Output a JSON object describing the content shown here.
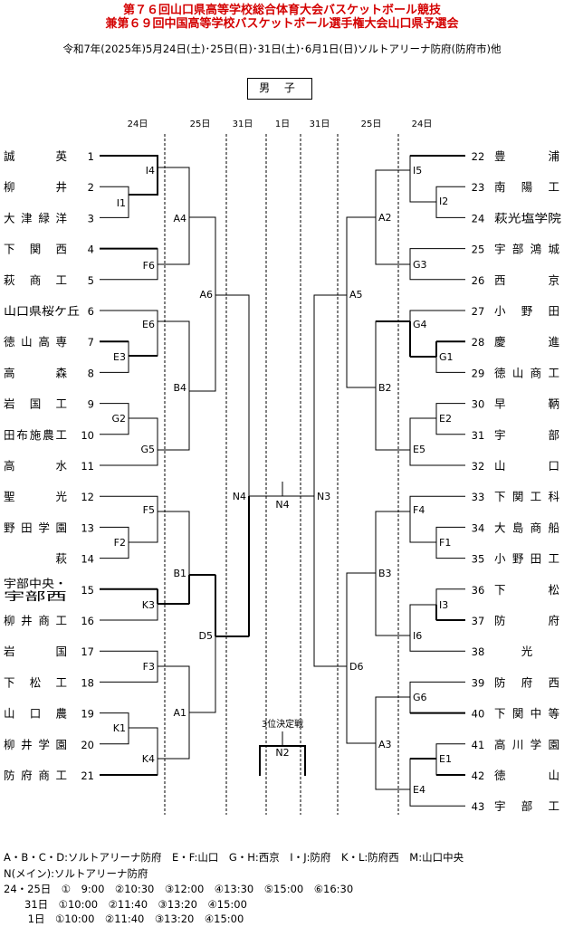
{
  "header": {
    "title1": "第７６回山口県高等学校総合体育大会バスケットボール競技",
    "title2": "兼第６９回中国高等学校バスケットボール選手権大会山口県予選会",
    "dates": "令和7年(2025年)5月24日(土)･25日(日)･31日(土)･6月1日(日)ソルトアリーナ防府(防府市)他",
    "division": "男 子"
  },
  "date_headers": [
    "24日",
    "25日",
    "31日",
    "1日",
    "31日",
    "25日",
    "24日"
  ],
  "left_teams": [
    {
      "name": "誠英",
      "num": "1"
    },
    {
      "name": "柳井",
      "num": "2"
    },
    {
      "name": "大津緑洋",
      "num": "3"
    },
    {
      "name": "下関西",
      "num": "4"
    },
    {
      "name": "萩商工",
      "num": "5"
    },
    {
      "name": "山口県桜ケ丘",
      "num": "6"
    },
    {
      "name": "徳山高専",
      "num": "7"
    },
    {
      "name": "高森",
      "num": "8"
    },
    {
      "name": "岩国工",
      "num": "9"
    },
    {
      "name": "田布施農工",
      "num": "10"
    },
    {
      "name": "高水",
      "num": "11"
    },
    {
      "name": "聖光",
      "num": "12"
    },
    {
      "name": "野田学園",
      "num": "13"
    },
    {
      "name": "萩",
      "num": "14"
    },
    {
      "name": "宇部中央・",
      "name2": "宇部西",
      "num": "15"
    },
    {
      "name": "柳井商工",
      "num": "16"
    },
    {
      "name": "岩国",
      "num": "17"
    },
    {
      "name": "下松工",
      "num": "18"
    },
    {
      "name": "山口農",
      "num": "19"
    },
    {
      "name": "柳井学園",
      "num": "20"
    },
    {
      "name": "防府商工",
      "num": "21"
    }
  ],
  "right_teams": [
    {
      "name": "豊浦",
      "num": "22"
    },
    {
      "name": "南陽工",
      "num": "23"
    },
    {
      "name": "萩光塩学院",
      "num": "24"
    },
    {
      "name": "宇部鴻城",
      "num": "25"
    },
    {
      "name": "西京",
      "num": "26"
    },
    {
      "name": "小野田",
      "num": "27"
    },
    {
      "name": "慶進",
      "num": "28"
    },
    {
      "name": "徳山商工",
      "num": "29"
    },
    {
      "name": "早鞆",
      "num": "30"
    },
    {
      "name": "宇部",
      "num": "31"
    },
    {
      "name": "山口",
      "num": "32"
    },
    {
      "name": "下関工科",
      "num": "33"
    },
    {
      "name": "大島商船",
      "num": "34"
    },
    {
      "name": "小野田工",
      "num": "35"
    },
    {
      "name": "下松",
      "num": "36"
    },
    {
      "name": "防府",
      "num": "37"
    },
    {
      "name": "光",
      "num": "38"
    },
    {
      "name": "防府西",
      "num": "39"
    },
    {
      "name": "下関中等",
      "num": "40"
    },
    {
      "name": "高川学園",
      "num": "41"
    },
    {
      "name": "徳山",
      "num": "42"
    },
    {
      "name": "宇部工",
      "num": "43"
    }
  ],
  "games": {
    "I1": "I1",
    "I4": "I4",
    "F6": "F6",
    "E3": "E3",
    "E6": "E6",
    "G2": "G2",
    "G5": "G5",
    "F2": "F2",
    "F5": "F5",
    "K3": "K3",
    "F3": "F3",
    "K1": "K1",
    "K4": "K4",
    "A4": "A4",
    "B4": "B4",
    "B1": "B1",
    "A1": "A1",
    "A6": "A6",
    "D5": "D5",
    "N4": "N4",
    "I2": "I2",
    "I5": "I5",
    "G3": "G3",
    "G1": "G1",
    "G4": "G4",
    "E2": "E2",
    "E5": "E5",
    "F1": "F1",
    "F4": "F4",
    "I3": "I3",
    "I6": "I6",
    "G6": "G6",
    "E1": "E1",
    "E4": "E4",
    "A2": "A2",
    "B2": "B2",
    "B3": "B3",
    "A3": "A3",
    "A5": "A5",
    "D6": "D6",
    "N3": "N3",
    "final": "N4",
    "third_place_label": "3位決定戦",
    "third_place": "N2"
  },
  "footer": {
    "venues": "A・B・C・D:ソルトアリーナ防府　E・F:山口　G・H:西京　I・J:防府　K・L:防府西　M:山口中央",
    "main": "N(メイン):ソルトアリーナ防府",
    "times1": "24・25日　①　9:00　②10:30　③12:00　④13:30　⑤15:00　⑥16:30",
    "times2": "　　31日　①10:00　②11:40　③13:20　④15:00",
    "times3": "　　 1日　①10:00　②11:40　③13:20　④15:00"
  }
}
